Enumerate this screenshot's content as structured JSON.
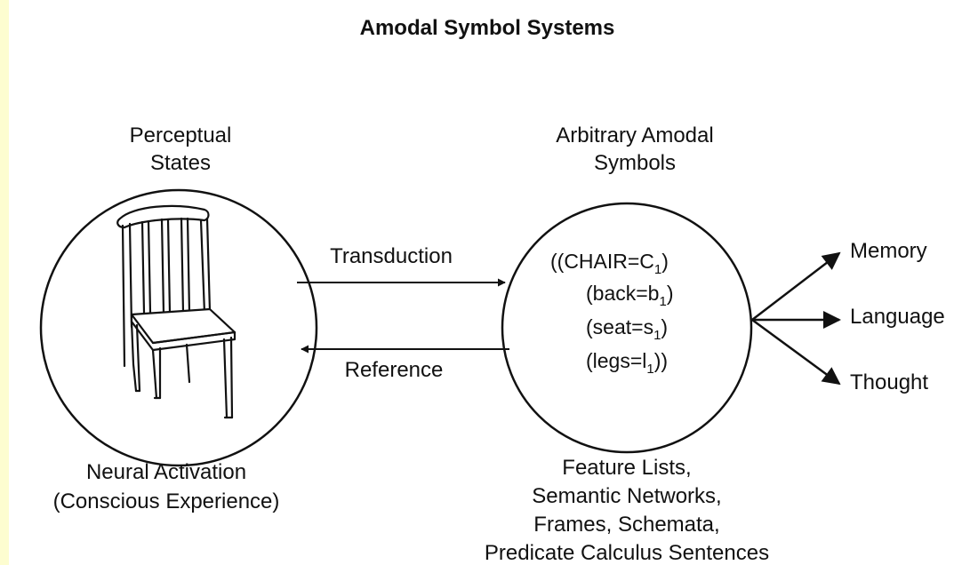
{
  "title": "Amodal Symbol Systems",
  "left": {
    "heading": [
      "Perceptual",
      "States"
    ],
    "caption": [
      "Neural Activation",
      "(Conscious Experience)"
    ]
  },
  "right": {
    "heading": [
      "Arbitrary Amodal",
      "Symbols"
    ],
    "symbols": [
      {
        "text": "((CHAIR=C",
        "sub": "1",
        "tail": ")"
      },
      {
        "text": "(back=b",
        "sub": "1",
        "tail": ")"
      },
      {
        "text": "(seat=s",
        "sub": "1",
        "tail": ")"
      },
      {
        "text": "(legs=l",
        "sub": "1",
        "tail": "))"
      }
    ],
    "caption": [
      "Feature Lists,",
      "Semantic Networks,",
      "Frames, Schemata,",
      "Predicate Calculus Sentences"
    ]
  },
  "arrows": {
    "forward": "Transduction",
    "backward": "Reference"
  },
  "outputs": [
    "Memory",
    "Language",
    "Thought"
  ],
  "colors": {
    "background": "#fdfdd0",
    "panel": "#ffffff",
    "ink": "#111111"
  }
}
